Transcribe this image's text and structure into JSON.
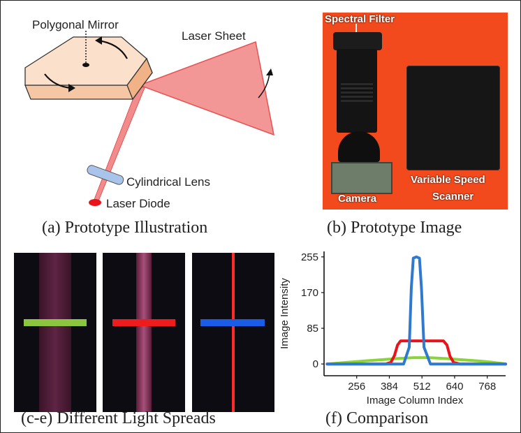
{
  "panel_a": {
    "caption": "(a) Prototype Illustration",
    "labels": {
      "polygonal_mirror": "Polygonal Mirror",
      "laser_sheet": "Laser Sheet",
      "cylindrical_lens": "Cylindrical Lens",
      "laser_diode": "Laser Diode"
    }
  },
  "panel_b": {
    "caption": "(b) Prototype Image",
    "labels": {
      "spectral_filter": "Spectral Filter",
      "camera": "Camera",
      "scanner_line1": "Variable Speed",
      "scanner_line2": "Scanner"
    }
  },
  "panel_ce": {
    "caption": "(c-e) Different Light Spreads",
    "colors": {
      "bar_c": "#8cc63e",
      "bar_d": "#ee1c1c",
      "bar_e": "#1a5ce8"
    }
  },
  "panel_f": {
    "caption": "(f) Comparison"
  },
  "chart_data": {
    "type": "line",
    "xlabel": "Image Column Index",
    "ylabel": "Image Intensity",
    "xticks": [
      256,
      384,
      512,
      640,
      768
    ],
    "yticks": [
      0,
      85,
      170,
      255
    ],
    "xlim": [
      128,
      840
    ],
    "ylim": [
      -28,
      268
    ],
    "grid": false,
    "series": [
      {
        "color": "#2f7ad0",
        "x": [
          140,
          400,
          440,
          462,
          470,
          478,
          490,
          502,
          510,
          520,
          545,
          840
        ],
        "y": [
          0,
          0,
          0,
          40,
          180,
          252,
          255,
          252,
          180,
          40,
          0,
          0
        ]
      },
      {
        "color": "#e8131b",
        "x": [
          140,
          370,
          390,
          404,
          416,
          428,
          596,
          610,
          622,
          636,
          660,
          840
        ],
        "y": [
          0,
          0,
          4,
          20,
          45,
          55,
          55,
          45,
          18,
          4,
          0,
          0
        ]
      },
      {
        "color": "#8ad43a",
        "x": [
          140,
          180,
          220,
          280,
          350,
          420,
          480,
          510,
          540,
          600,
          670,
          740,
          790,
          830,
          840
        ],
        "y": [
          0,
          2,
          4,
          7,
          10,
          13,
          15,
          15,
          15,
          13,
          10,
          7,
          4,
          1,
          0
        ]
      }
    ]
  }
}
